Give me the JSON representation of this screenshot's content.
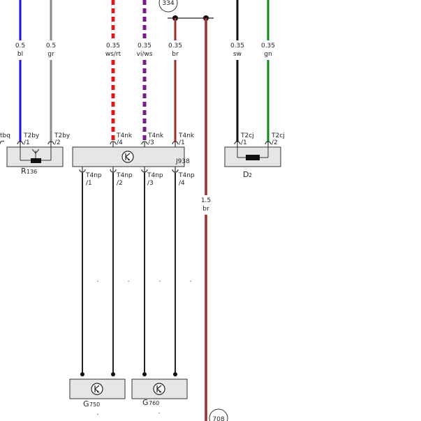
{
  "circles": {
    "top": "334",
    "bottom": "708"
  },
  "wires": {
    "bl": {
      "size": "0.5",
      "color_label": "bl",
      "colors": [
        "#1515e0"
      ]
    },
    "gr": {
      "size": "0.5",
      "color_label": "gr",
      "colors": [
        "#8a8a8a"
      ]
    },
    "wsrt": {
      "size": "0.35",
      "color_label": "ws/rt",
      "colors": [
        "#e01818",
        "#ffffff"
      ]
    },
    "viws": {
      "size": "0.35",
      "color_label": "vi/ws",
      "colors": [
        "#7a1a8a",
        "#ffffff"
      ]
    },
    "br": {
      "size": "0.35",
      "color_label": "br",
      "colors": [
        "#a52a2a"
      ]
    },
    "br15": {
      "size": "1.5",
      "color_label": "br",
      "colors": [
        "#a52a2a"
      ]
    },
    "sw": {
      "size": "0.35",
      "color_label": "sw",
      "colors": [
        "#111111"
      ]
    },
    "gn": {
      "size": "0.35",
      "color_label": "gn",
      "colors": [
        "#108a10"
      ]
    }
  },
  "connectors": {
    "t2bq": "tbq",
    "t2by_1": "T2by",
    "t2by_1_pin": "/1",
    "t2by_2": "T2by",
    "t2by_2_pin": "/2",
    "t4nk_4": "T4nk",
    "t4nk_4_pin": "/4",
    "t4nk_3": "T4nk",
    "t4nk_3_pin": "/3",
    "t4nk_1": "T4nk",
    "t4nk_1_pin": "/1",
    "t2cj_1": "T2cj",
    "t2cj_1_pin": "/1",
    "t2cj_2": "T2cj",
    "t2cj_2_pin": "/2",
    "t4np_1": "T4np",
    "t4np_1_pin": "/1",
    "t4np_2": "T4np",
    "t4np_2_pin": "/2",
    "t4np_3": "T4np",
    "t4np_3_pin": "/3",
    "t4np_4": "T4np",
    "t4np_4_pin": "/4"
  },
  "components": {
    "r136": {
      "letter": "R",
      "number": "136"
    },
    "j938": {
      "label": "J938"
    },
    "d2": {
      "letter": "D",
      "number": "2"
    },
    "g750": {
      "letter": "G",
      "number": "750"
    },
    "g760": {
      "letter": "G",
      "number": "760"
    }
  },
  "dots": ".",
  "colors": {
    "wire_dark": "#222222",
    "component_fill": "#e6e6e6",
    "outline": "#333333"
  }
}
